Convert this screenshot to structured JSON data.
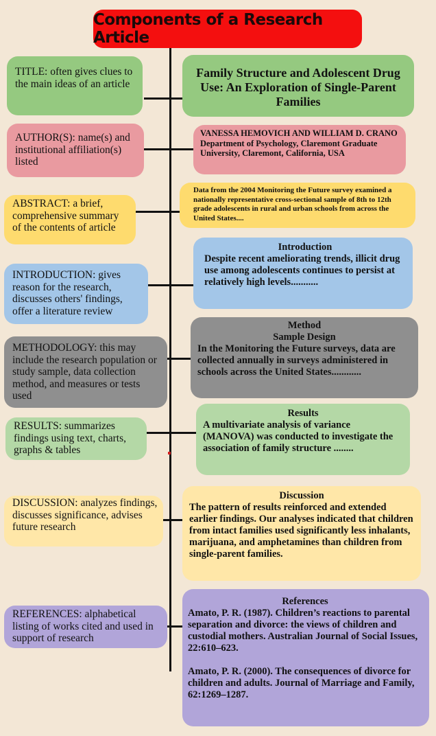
{
  "title": "Components of a Research Article",
  "rows": [
    {
      "label": "TITLE:  often gives clues to the main ideas of an article",
      "content": "Family Structure and Adolescent Drug Use: An Exploration of Single-Parent Families"
    },
    {
      "label": "AUTHOR(S):  name(s)  and institutional affiliation(s) listed",
      "content": "VANESSA HEMOVICH AND WILLIAM D. CRANO Department of Psychology, Claremont Graduate University, Claremont, California, USA"
    },
    {
      "label": "ABSTRACT: a brief, comprehensive summary of the contents of article",
      "content": "Data from the 2004 Monitoring the Future survey examined a nationally representative cross-sectional sample of 8th to 12th grade adolescents in rural and urban schools from across the United States...."
    },
    {
      "label": "INTRODUCTION: gives reason for the research, discusses others' findings, offer a literature review",
      "heading": "Introduction",
      "content": "Despite recent ameliorating trends, illicit drug use among adolescents continues to persist at relatively high levels..........."
    },
    {
      "label": "METHODOLOGY: this may include the research population or study sample, data collection method, and measures or tests used",
      "heading": "Method",
      "subheading": "Sample Design",
      "content": "In the Monitoring the Future surveys, data are collected annually in surveys administered in schools across the United States............"
    },
    {
      "label": "RESULTS: summarizes findings using text, charts, graphs & tables",
      "heading": "Results",
      "content": "A multivariate analysis of variance (MANOVA) was conducted to investigate the association of family structure ........"
    },
    {
      "label": "DISCUSSION: analyzes findings, discusses significance, advises future research",
      "heading": "Discussion",
      "content": "The pattern of results reinforced and extended earlier findings. Our analyses indicated that children from intact families used significantly less inhalants, marijuana, and amphetamines than children from single-parent families."
    },
    {
      "label": "REFERENCES: alphabetical listing of works cited and used in support of research",
      "heading": "References",
      "ref1": "Amato, P. R. (1987). Children’s reactions to parental  separation and divorce: the views of children and custodial mothers. Australian Journal of Social Issues, 22:610–623.",
      "ref2": "Amato, P. R. (2000). The consequences of divorce for children and adults. Journal of Marriage and Family, 62:1269–1287."
    }
  ],
  "colors": {
    "banner": "#f40f0f",
    "background": "#f3e7d6",
    "title": "#95c980",
    "author": "#e99aa0",
    "abstract": "#fedb6e",
    "introduction": "#a3c6e8",
    "method": "#8f8f8f",
    "results": "#b4d8a6",
    "discussion": "#ffe7a8",
    "references": "#b1a5d9"
  }
}
